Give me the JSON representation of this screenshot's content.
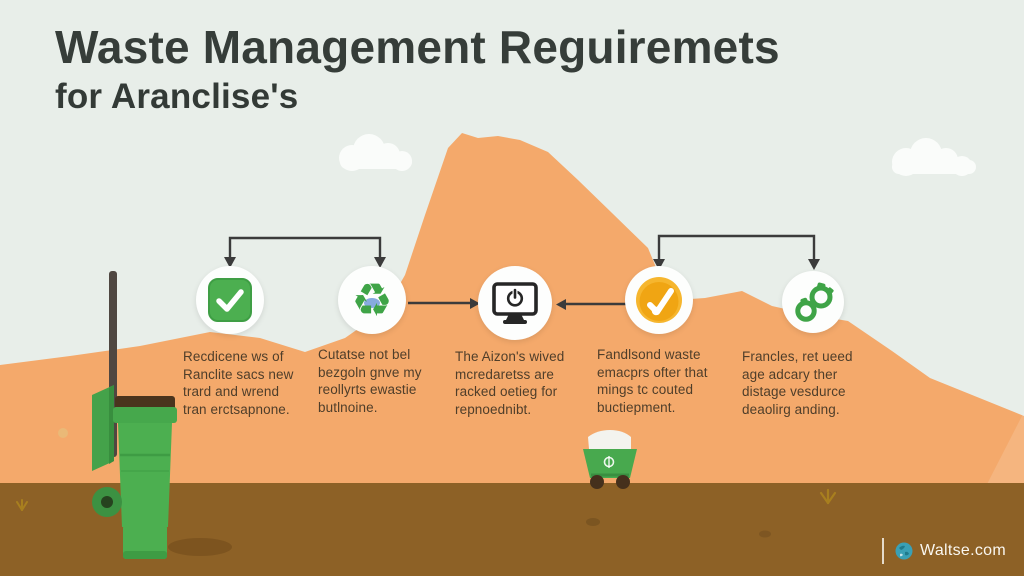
{
  "title": {
    "line1": "Waste Management Reguiremets",
    "line2": "for Aranclise's"
  },
  "steps": [
    {
      "icon": "check-square-icon",
      "text": "Recdicene ws of\nRanclite sacs new\ntrard and wrend\ntran erctsapnone."
    },
    {
      "icon": "recycle-icon",
      "text": "Cutatse not bel\nbezgoln gnve my\nreollyrts ewastie\nbutlnoine."
    },
    {
      "icon": "monitor-power-icon",
      "text": "The Aizon's wived\nmcredaretss are\nracked oetieg for\nrepnoednibt."
    },
    {
      "icon": "check-circle-icon",
      "text": "Fandlsond waste\nemacprs ofter that\nmings tc couted\nbuctiepment."
    },
    {
      "icon": "handcuffs-icon",
      "text": "Francles, ret ueed\nage adcary ther\ndistage vesdurce\ndeaolirg anding."
    }
  ],
  "recycle_glyph": "♻",
  "watermark": {
    "text": "Waltse.com",
    "icon": "globe-icon"
  },
  "colors": {
    "sky": "#e8eee9",
    "mountain_orange": "#f4a96b",
    "ground_brown": "#8d6126",
    "accent_green": "#4caf50",
    "amber": "#f2aa1d",
    "arrow_dark": "#3b3b3b",
    "title_text": "#363d39",
    "body_text": "#4f3e2a",
    "cloud_white": "#fafcfa",
    "globe_teal": "#3aa0b5"
  }
}
